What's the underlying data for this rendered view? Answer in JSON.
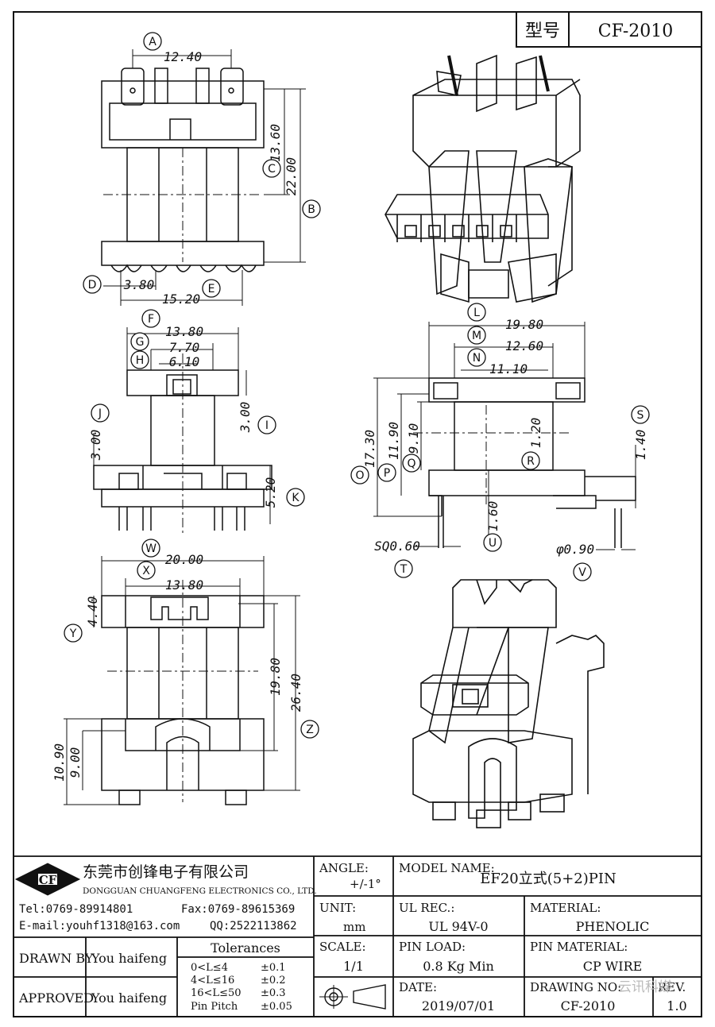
{
  "header": {
    "type_label": "型号",
    "type_value": "CF-2010"
  },
  "dims": {
    "A": "12.40",
    "C": "13.60",
    "B": "22.00",
    "D_val": "3.80",
    "E_val": "15.20",
    "F": "13.80",
    "G": "7.70",
    "H": "6.10",
    "I": "3.00",
    "J": "3.00",
    "K": "5.20",
    "L": "19.80",
    "M": "12.60",
    "N": "11.10",
    "O": "17.30",
    "P": "11.90",
    "Q": "9.10",
    "R": "1.20",
    "S": "1.40",
    "U": "1.60",
    "T": "SQ0.60",
    "V": "φ0.90",
    "W": "20.00",
    "X": "13.80",
    "Y": "4.40",
    "Z": "26.40",
    "Z2": "19.80",
    "H1": "10.90",
    "H2": "9.00"
  },
  "letters": [
    "A",
    "B",
    "C",
    "D",
    "E",
    "F",
    "G",
    "H",
    "I",
    "J",
    "K",
    "L",
    "M",
    "N",
    "O",
    "P",
    "Q",
    "R",
    "S",
    "T",
    "U",
    "V",
    "W",
    "X",
    "Y",
    "Z"
  ],
  "company": {
    "logo": "CF",
    "name_cn": "东莞市创锋电子有限公司",
    "name_en": "DONGGUAN CHUANGFENG ELECTRONICS CO., LTD.",
    "tel": "Tel:0769-89914801",
    "fax": "Fax:0769-89615369",
    "email": "E-mail:youhf1318@163.com",
    "qq": "QQ:2522113862"
  },
  "titleblock": {
    "angle_label": "ANGLE:",
    "angle_value": "+/-1°",
    "model_label": "MODEL NAME:",
    "model_value": "EF20立式(5+2)PIN",
    "unit_label": "UNIT:",
    "unit_value": "mm",
    "ul_label": "UL REC.:",
    "ul_value": "UL 94V-0",
    "material_label": "MATERIAL:",
    "material_value": "PHENOLIC",
    "drawn_label": "DRAWN BY",
    "drawn_value": "You haifeng",
    "approved_label": "APPROVED",
    "approved_value": "You haifeng",
    "tol_title": "Tolerances",
    "tol": [
      {
        "range": "0<L≤4",
        "val": "±0.1"
      },
      {
        "range": "4<L≤16",
        "val": "±0.2"
      },
      {
        "range": "16<L≤50",
        "val": "±0.3"
      },
      {
        "range": "Pin Pitch",
        "val": "±0.05"
      }
    ],
    "scale_label": "SCALE:",
    "scale_value": "1/1",
    "pinload_label": "PIN LOAD:",
    "pinload_value": "0.8 Kg Min",
    "pinmat_label": "PIN MATERIAL:",
    "pinmat_value": "CP WIRE",
    "date_label": "DATE:",
    "date_value": "2019/07/01",
    "drawing_label": "DRAWING NO:",
    "drawing_value": "CF-2010",
    "rev_label": "REV.",
    "rev_value": "1.0",
    "watermark": "云讯科媒"
  }
}
